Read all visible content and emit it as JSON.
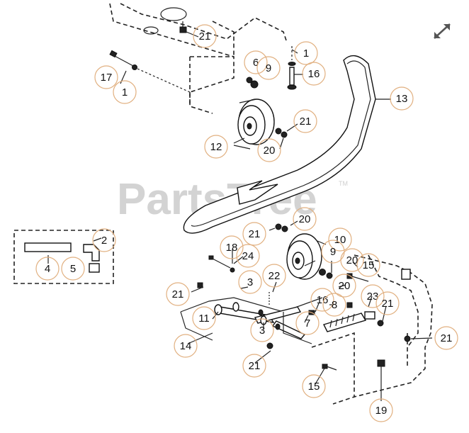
{
  "watermark": {
    "brand": "PartsTree",
    "trademark": "TM"
  },
  "toolbar": {
    "expand_icon": "expand-arrows-icon"
  },
  "callouts": [
    {
      "label": "21"
    },
    {
      "label": "1"
    },
    {
      "label": "17"
    },
    {
      "label": "1"
    },
    {
      "label": "6"
    },
    {
      "label": "9"
    },
    {
      "label": "16"
    },
    {
      "label": "13"
    },
    {
      "label": "21"
    },
    {
      "label": "12"
    },
    {
      "label": "20"
    },
    {
      "label": "20"
    },
    {
      "label": "21"
    },
    {
      "label": "10"
    },
    {
      "label": "2"
    },
    {
      "label": "18"
    },
    {
      "label": "24"
    },
    {
      "label": "9"
    },
    {
      "label": "20"
    },
    {
      "label": "4"
    },
    {
      "label": "5"
    },
    {
      "label": "15"
    },
    {
      "label": "22"
    },
    {
      "label": "20"
    },
    {
      "label": "21"
    },
    {
      "label": "3"
    },
    {
      "label": "16"
    },
    {
      "label": "8"
    },
    {
      "label": "23"
    },
    {
      "label": "21"
    },
    {
      "label": "11"
    },
    {
      "label": "7"
    },
    {
      "label": "3"
    },
    {
      "label": "21"
    },
    {
      "label": "14"
    },
    {
      "label": "21"
    },
    {
      "label": "15"
    },
    {
      "label": "19"
    }
  ]
}
